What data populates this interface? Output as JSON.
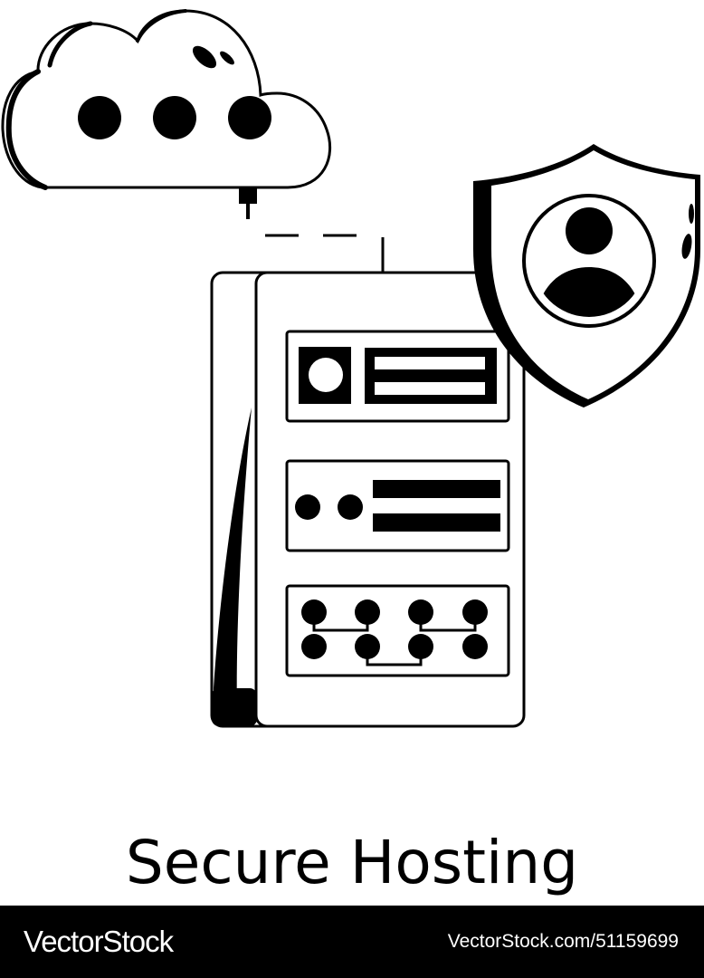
{
  "caption": {
    "title": "Secure Hosting"
  },
  "footer": {
    "brand": "VectorStock",
    "stock_id": "VectorStock.com/51159699"
  },
  "illustration": {
    "subject": "cloud, server and shield icon",
    "icons": [
      "cloud-icon",
      "server-rack-icon",
      "shield-user-icon"
    ]
  },
  "colors": {
    "ink": "#000000",
    "background": "#ffffff",
    "footer_background": "#000000",
    "footer_text": "#ffffff"
  }
}
